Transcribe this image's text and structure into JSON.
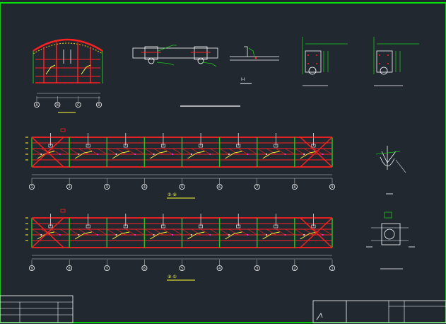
{
  "colors": {
    "background": "#212830",
    "frame": "#00ff00",
    "truss": "#ff2020",
    "post": "#19c819",
    "white": "#ffffff",
    "yellow": "#ffff33",
    "magenta": "#ff33ff"
  },
  "drawing": {
    "section_label": "I-I",
    "elev1_title": "①-⑨",
    "elev2_title": "⑨-①",
    "elev1_axes": [
      "1",
      "2",
      "3",
      "4",
      "5",
      "6",
      "7",
      "8",
      "9"
    ],
    "elev2_axes": [
      "9",
      "8",
      "7",
      "6",
      "5",
      "4",
      "3",
      "2",
      "1"
    ],
    "arch_axes": [
      "A",
      "B",
      "C",
      "D"
    ]
  }
}
